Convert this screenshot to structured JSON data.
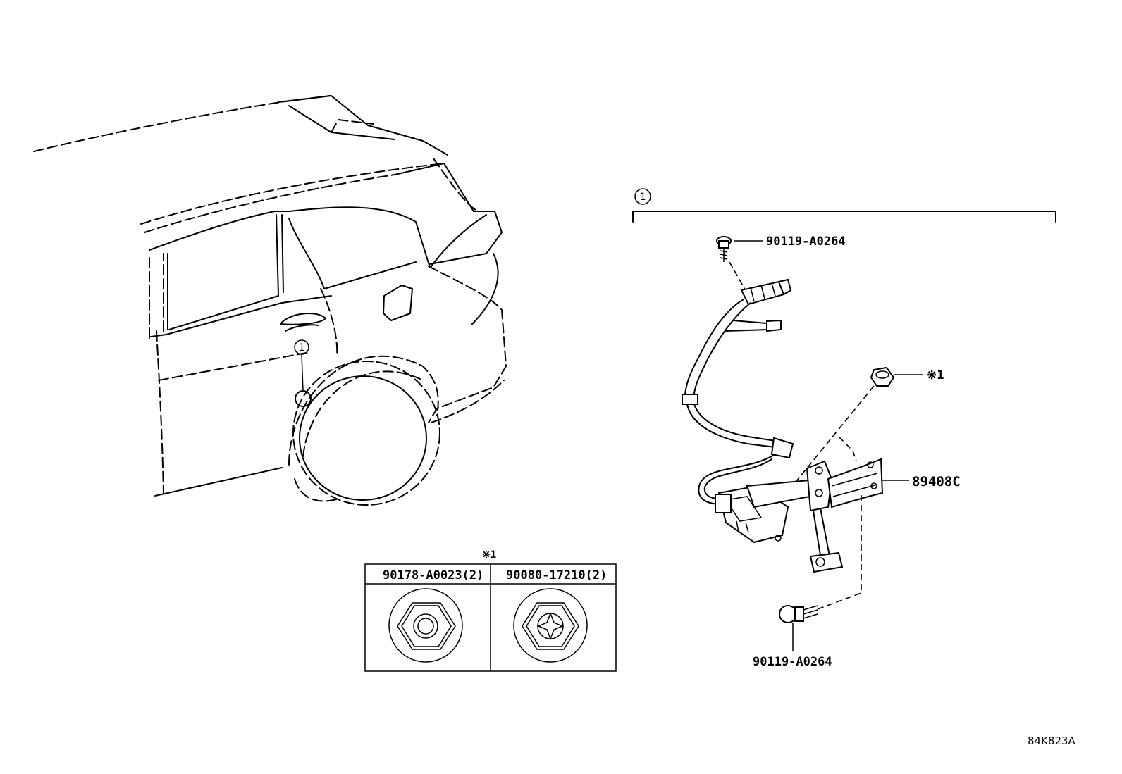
{
  "callouts": {
    "assembly_ref": "1",
    "vehicle_ref": "1",
    "note_mark_right": "※1",
    "note_mark_table": "※1"
  },
  "parts": {
    "bolt_top": "90119-A0264",
    "sensor": "89408C",
    "bolt_bottom": "90119-A0264"
  },
  "table": {
    "col1_header": "90178-A0023(2)",
    "col2_header": "90080-17210(2)"
  },
  "diagram_id": "84K823A"
}
